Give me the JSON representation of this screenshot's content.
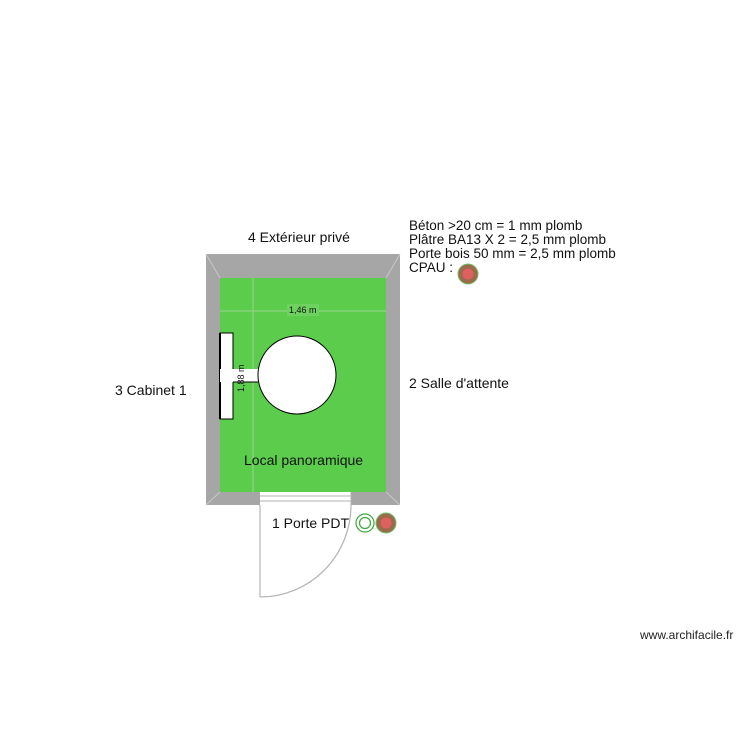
{
  "plan": {
    "room_name": "Local panoramique",
    "width_dimension": "1,46 m",
    "height_dimension": "1,88 m",
    "colors": {
      "wall": "#a6a6a6",
      "floor": "#5ccc4d",
      "fixture": "#ffffff",
      "door": "#b3b3b3",
      "marker_green": "#3aa83a",
      "marker_red_outer": "#9b6a4a",
      "marker_red_inner": "#e06060"
    }
  },
  "adjacent": {
    "top": "4 Extérieur privé",
    "left": "3 Cabinet 1",
    "right": "2 Salle d'attente",
    "bottom": "1 Porte PDT"
  },
  "legend": {
    "lines": [
      "Béton >20 cm = 1 mm plomb",
      "Plâtre BA13 X 2 = 2,5 mm plomb",
      "Porte bois 50 mm = 2,5 mm plomb",
      "CPAU :"
    ]
  },
  "watermark": "www.archifacile.fr"
}
